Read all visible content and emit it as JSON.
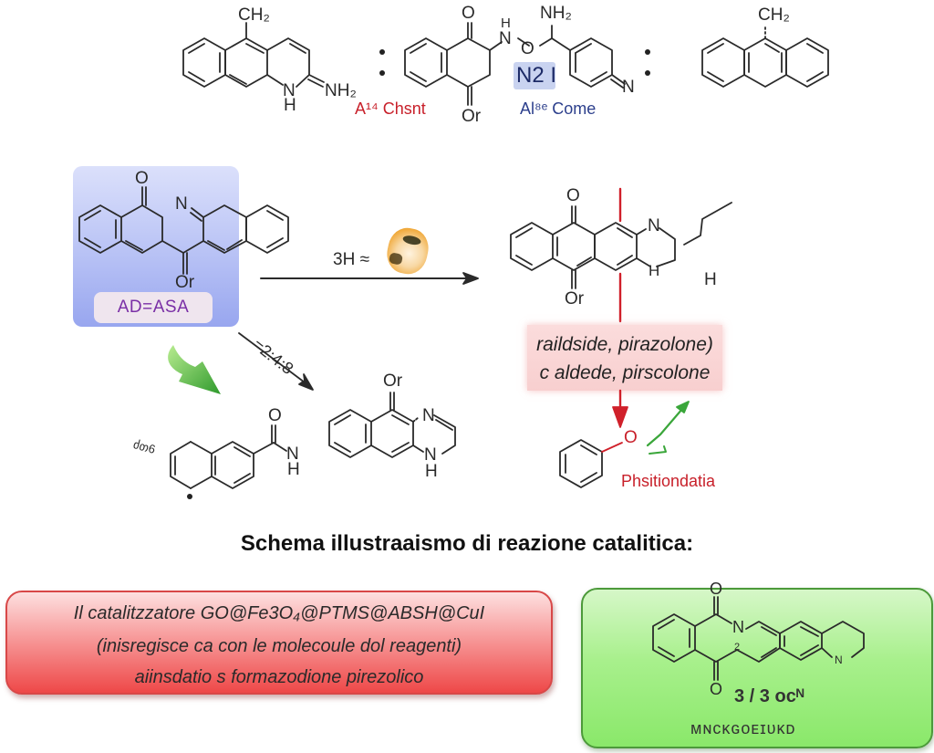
{
  "top_row": {
    "mol1": {
      "ch": "CH₂",
      "n": "N",
      "h": "H",
      "nh2": "NH₂"
    },
    "separator": ":",
    "mol1_caption": "A¹⁴ Chsnt",
    "mol2": {
      "o_top": "O",
      "h": "H",
      "n": "N",
      "o_link": "O",
      "nh2": "NH₂",
      "o_bottom": "Or",
      "n_right": "N"
    },
    "mol2_badge": "N2 I",
    "mol2_caption": "Al⁸ᵉ Come",
    "mol3": {
      "ch": "CH₂"
    }
  },
  "reactant": {
    "o_top": "O",
    "n": "N",
    "o_bottom": "Or",
    "label": "AD=ASA"
  },
  "reaction_arrow": {
    "label": "3H ≈",
    "catalyst_icon": "catalyst-nanoparticle"
  },
  "diagonal_arrow": {
    "label": "=2:4:8"
  },
  "product_right": {
    "o_top": "O",
    "n": "N",
    "h_ring": "H",
    "o_bottom": "Or",
    "h_side": "H"
  },
  "pink_note": {
    "line1": "raildside, pirazolone)",
    "line2": "c aldede, pirscolone"
  },
  "phenoxy": {
    "o": "O",
    "label": "Phsitiondatia"
  },
  "bottom_left_mol": {
    "side_label": "ძთ6",
    "o": "O",
    "n": "N",
    "h": "H"
  },
  "bottom_mid_mol": {
    "o": "Or",
    "n": "N",
    "nh_n": "N",
    "nh_h": "H"
  },
  "title": "Schema illustraaismo  di  reazione catalitica:",
  "red_box": {
    "line1": "Il catalitzzatore GO@Fe3O₄@PTMS@ABSH@CuI",
    "line2": "(inisregisce ca con le molecoule dol reagenti)",
    "line3": "aiinsdatio s formazodione pirezolico"
  },
  "green_box": {
    "o_top": "O",
    "n": "N",
    "num": "2",
    "o_bottom": "O",
    "n_ring": "N",
    "caption1": "3 / 3 ocᴺ",
    "caption2": "ᴍɴᴄᴋɢᴏᴇɪᴜᴋᴅ"
  },
  "colors": {
    "arrow_red": "#c8202a",
    "arrow_green": "#3aa63a",
    "label_red": "#c8202a",
    "label_blue": "#2c3f8c",
    "label_purple": "#7a2fa6"
  }
}
